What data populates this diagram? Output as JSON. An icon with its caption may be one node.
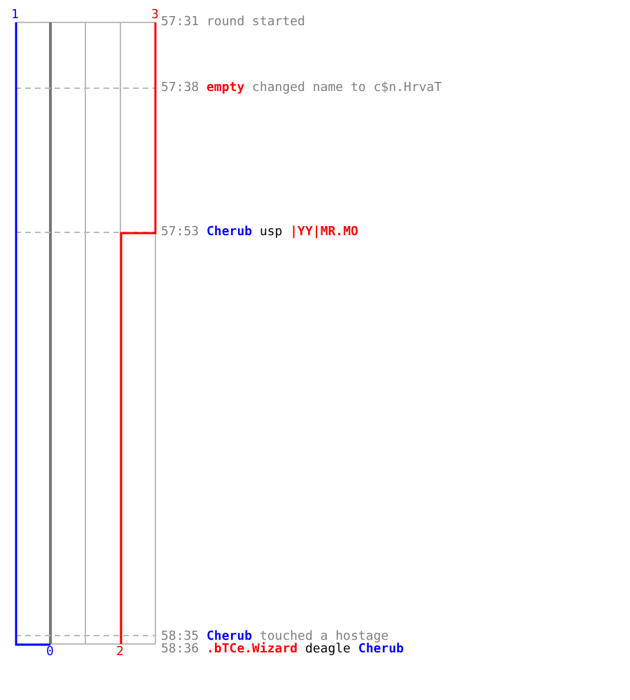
{
  "diagram": {
    "labels": [
      "1",
      "3",
      "57:31",
      "round started",
      "57:38",
      "empty",
      "changed name to c$n.HrvaT",
      "57:53",
      "Cherub",
      "usp",
      "|YY|MR.MO",
      "58:35",
      "Cherub",
      "touched a hostage",
      "0",
      "2",
      "58:36",
      ".bTCe.Wizard",
      "deagle",
      "Cherub"
    ]
  }
}
